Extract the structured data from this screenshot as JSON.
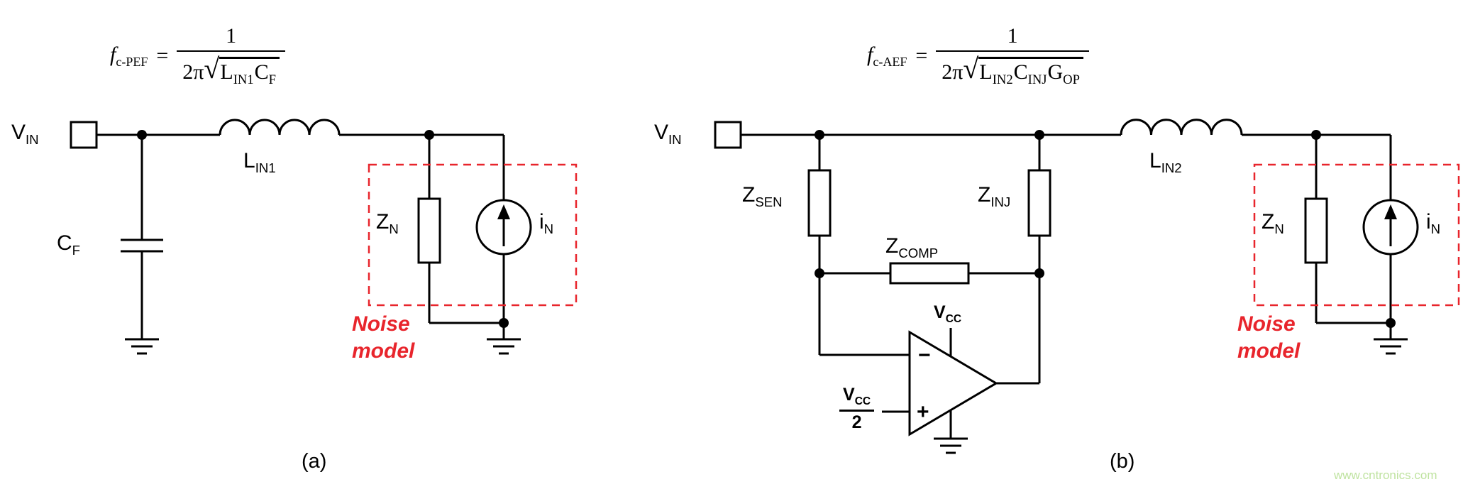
{
  "watermark": {
    "text": "www.cntronics.com",
    "color": "#bfe3a0"
  },
  "colors": {
    "stroke": "#000000",
    "noise_red": "#e8252c"
  },
  "circuit_a": {
    "caption": "(a)",
    "formula": {
      "f": "f",
      "f_sub": "c-PEF",
      "equals": "=",
      "numerator": "1",
      "den_prefix": "2π",
      "radical_sign": "√",
      "radicand": [
        {
          "main": "L",
          "sub": "IN1"
        },
        {
          "main": "C",
          "sub": "F"
        }
      ]
    },
    "labels": {
      "vin": {
        "main": "V",
        "sub": "IN"
      },
      "cf": {
        "main": "C",
        "sub": "F"
      },
      "lin1": {
        "main": "L",
        "sub": "IN1"
      },
      "zn": {
        "main": "Z",
        "sub": "N"
      },
      "in": {
        "main": "i",
        "sub": "N"
      },
      "noise_line1": "Noise",
      "noise_line2": "model"
    }
  },
  "circuit_b": {
    "caption": "(b)",
    "formula": {
      "f": "f",
      "f_sub": "c-AEF",
      "equals": "=",
      "numerator": "1",
      "den_prefix": "2π",
      "radical_sign": "√",
      "radicand": [
        {
          "main": "L",
          "sub": "IN2"
        },
        {
          "main": "C",
          "sub": "INJ"
        },
        {
          "main": "G",
          "sub": "OP"
        }
      ]
    },
    "labels": {
      "vin": {
        "main": "V",
        "sub": "IN"
      },
      "zsen": {
        "main": "Z",
        "sub": "SEN"
      },
      "zinj": {
        "main": "Z",
        "sub": "INJ"
      },
      "zcomp": {
        "main": "Z",
        "sub": "COMP"
      },
      "lin2": {
        "main": "L",
        "sub": "IN2"
      },
      "vcc": {
        "main": "V",
        "sub": "CC"
      },
      "vcc_half": {
        "num_main": "V",
        "num_sub": "CC",
        "den": "2"
      },
      "opamp_minus": "−",
      "opamp_plus": "+",
      "zn": {
        "main": "Z",
        "sub": "N"
      },
      "in": {
        "main": "i",
        "sub": "N"
      },
      "noise_line1": "Noise",
      "noise_line2": "model"
    }
  }
}
